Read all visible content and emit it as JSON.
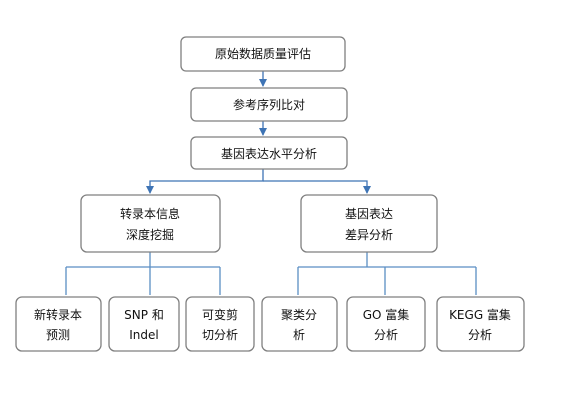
{
  "nodes": {
    "qc": "原始数据质量评估",
    "align": "参考序列比对",
    "expr": "基因表达水平分析",
    "mining_l1": "转录本信息",
    "mining_l2": "深度挖掘",
    "diff_l1": "基因表达",
    "diff_l2": "差异分析",
    "novel_l1": "新转录本",
    "novel_l2": "预测",
    "snp_l1": "SNP 和",
    "snp_l2": "Indel",
    "alt_l1": "可变剪",
    "alt_l2": "切分析",
    "clus_l1": "聚类分",
    "clus_l2": "析",
    "go_l1": "GO 富集",
    "go_l2": "分析",
    "kegg_l1": "KEGG 富集",
    "kegg_l2": "分析"
  },
  "colors": {
    "arrow": "#3e74b5",
    "branch": "#5b8ec4",
    "box_border": "#7f7f7f"
  }
}
